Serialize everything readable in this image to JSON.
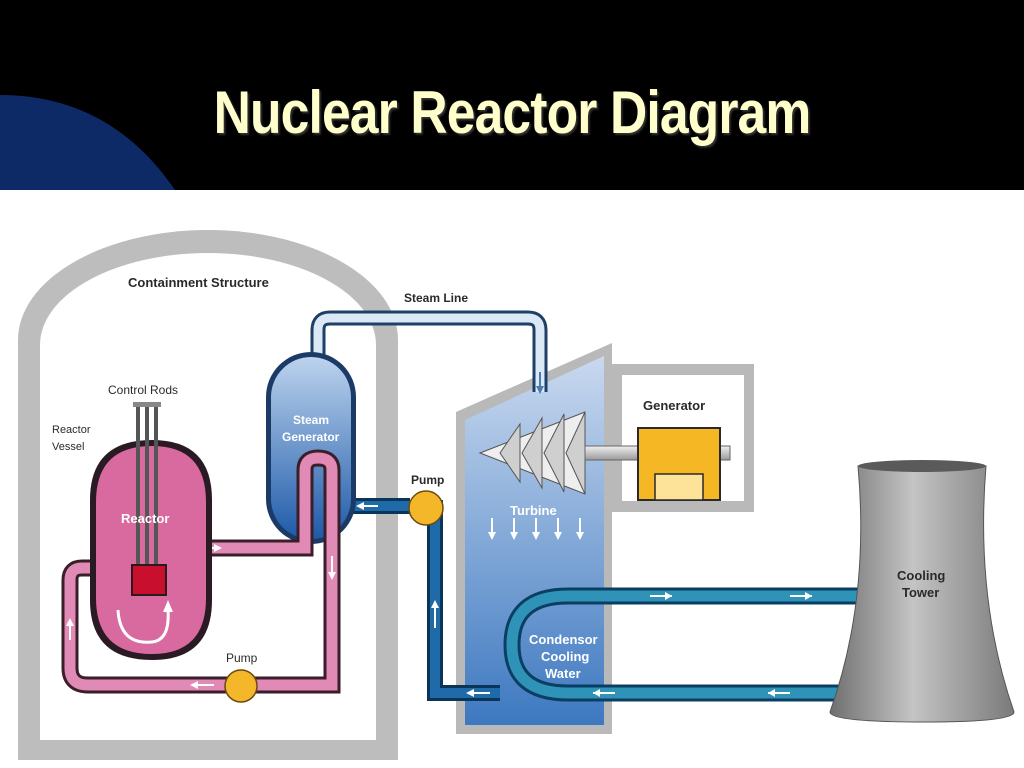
{
  "slide": {
    "title": "Nuclear Reactor Diagram"
  },
  "colors": {
    "header_bg": "#000000",
    "title_text": "#ffffcc",
    "swoosh": "#0d2a66",
    "containment": "#bdbdbd",
    "reactor_pink": "#d86aa0",
    "steam_line": "#cfe0f0",
    "water_blue": "#1f6aa8",
    "pump_yellow": "#f3b729",
    "generator_yellow": "#f5b723",
    "cooling_tower": "#9a9a9a"
  },
  "diagram": {
    "labels": {
      "containment_structure": "Containment Structure",
      "steam_line": "Steam Line",
      "control_rods": "Control Rods",
      "reactor_vessel_line1": "Reactor",
      "reactor_vessel_line2": "Vessel",
      "reactor": "Reactor",
      "steam_generator_line1": "Steam",
      "steam_generator_line2": "Generator",
      "pump_primary": "Pump",
      "pump_secondary": "Pump",
      "turbine": "Turbine",
      "generator": "Generator",
      "condensor_line1": "Condensor",
      "condensor_line2": "Cooling",
      "condensor_line3": "Water",
      "cooling_tower_line1": "Cooling",
      "cooling_tower_line2": "Tower"
    }
  }
}
